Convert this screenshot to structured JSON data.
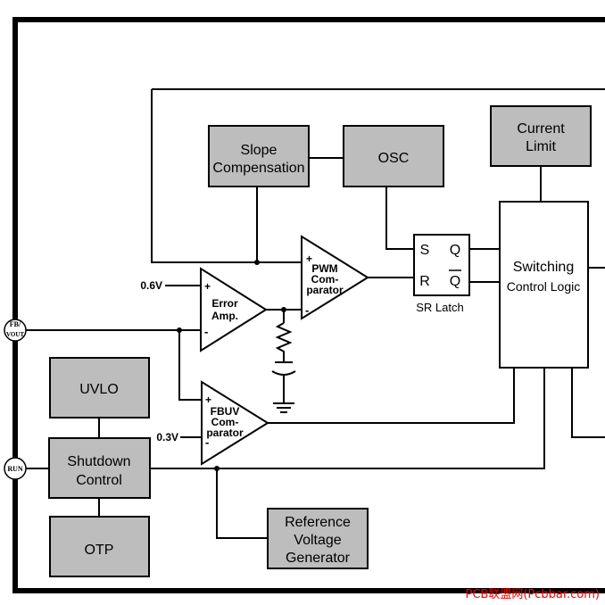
{
  "blocks": {
    "slope_compensation": [
      "Slope",
      "Compensation"
    ],
    "osc": "OSC",
    "current_limit": [
      "Current",
      "Limit"
    ],
    "switching_control": [
      "Switching",
      "Control Logic"
    ],
    "uvlo": "UVLO",
    "shutdown_control": [
      "Shutdown",
      "Control"
    ],
    "otp": "OTP",
    "reference_voltage": [
      "Reference",
      "Voltage",
      "Generator"
    ]
  },
  "amplifiers": {
    "pwm_comparator": [
      "PWM",
      "Com-",
      "parator"
    ],
    "error_amp": [
      "Error",
      "Amp."
    ],
    "fbuv_comparator": [
      "FBUV",
      "Com-",
      "parator"
    ],
    "plus": "+",
    "minus": "-"
  },
  "latch": {
    "s": "S",
    "r": "R",
    "q": "Q",
    "qbar": "Q",
    "name": "SR Latch"
  },
  "voltages": {
    "ea_ref": "0.6V",
    "fbuv_ref": "0.3V"
  },
  "pins": {
    "fb_top": "FB/",
    "fb_bottom": "VOUT",
    "run": "RUN"
  },
  "watermark": "PCB联盟网(Pcbbar.com)",
  "colors": {
    "block_fill": "#bdbdbd",
    "line": "#000000",
    "watermark": "#ff0000"
  }
}
